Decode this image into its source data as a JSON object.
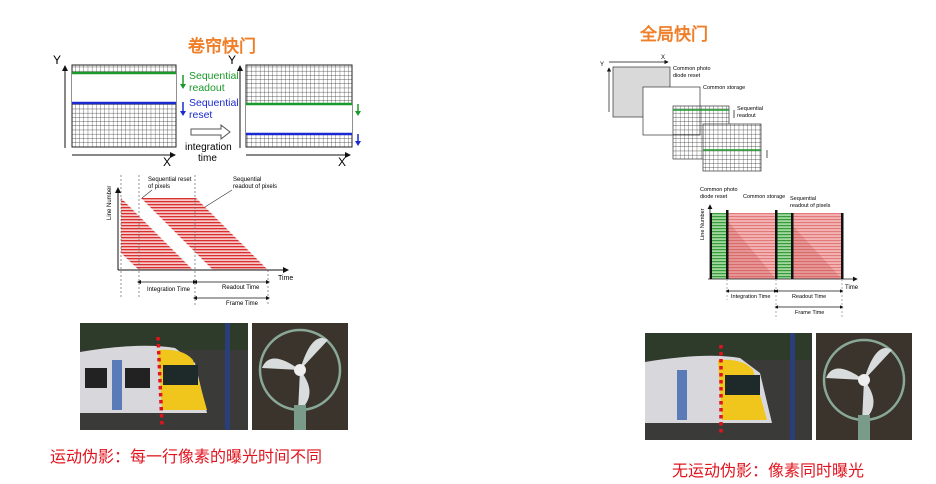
{
  "rolling": {
    "title": "卷帘快门",
    "top": {
      "y_label": "Y",
      "x_label": "X",
      "readout_label_1": "Sequential",
      "readout_label_2": "readout",
      "reset_label_1": "Sequential",
      "reset_label_2": "reset",
      "integration_1": "integration",
      "integration_2": "time"
    },
    "timing": {
      "y_label": "Line Number",
      "x_label": "Time",
      "reset_note_1": "Sequential reset",
      "reset_note_2": "of pixels",
      "readout_note_1": "Sequential",
      "readout_note_2": "readout of pixels",
      "integration_time": "Integration Time",
      "readout_time": "Readout Time",
      "frame_time": "Frame Time"
    },
    "caption": "运动伪影：每一行像素的曝光时间不同"
  },
  "global": {
    "title": "全局快门",
    "top": {
      "y_label": "Y",
      "x_label": "X",
      "reset_1": "Common photo",
      "reset_2": "diode reset",
      "storage": "Common storage",
      "readout_1": "Sequential",
      "readout_2": "readout"
    },
    "timing": {
      "y_label": "Line Number",
      "x_label": "Time",
      "reset_note_1": "Common photo",
      "reset_note_2": "diode reset",
      "storage_note": "Common storage",
      "readout_note_1": "Sequential",
      "readout_note_2": "readout of pixels",
      "integration_time": "Integration Time",
      "readout_time": "Readout Time",
      "frame_time": "Frame Time"
    },
    "caption": "无运动伪影：像素同时曝光"
  },
  "colors": {
    "title": "#f07f2a",
    "caption": "#e0141e",
    "readout": "#1a9a2a",
    "reset": "#1a2ad0",
    "stripe": "#d83030"
  }
}
